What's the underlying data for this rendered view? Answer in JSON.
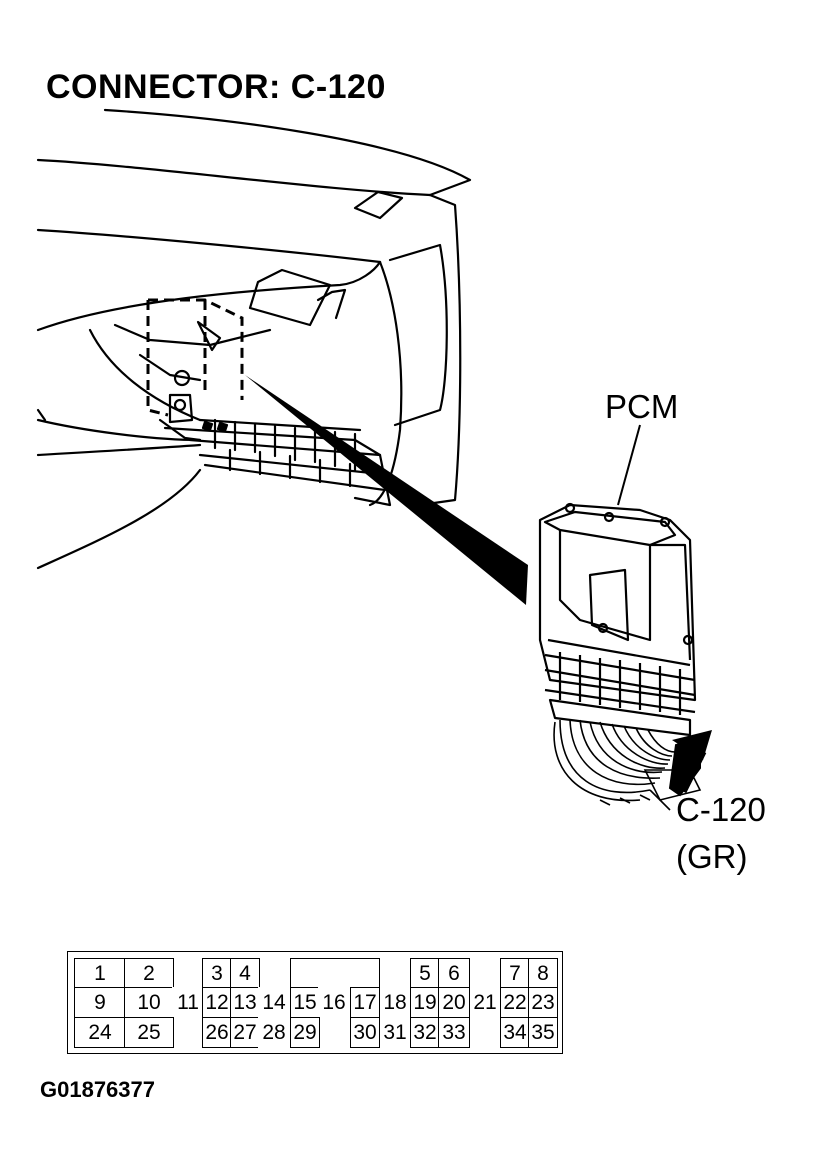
{
  "title": "CONNECTOR: C-120",
  "labels": {
    "module": "PCM",
    "connector": "C-120",
    "connector_color": "(GR)"
  },
  "figure_id": "G01876377",
  "pinout": {
    "rows": [
      [
        "1",
        "2",
        "3",
        "4",
        "5",
        "6",
        "7",
        "8"
      ],
      [
        "9",
        "10",
        "11",
        "12",
        "13",
        "14",
        "15",
        "16",
        "17",
        "18",
        "19",
        "20",
        "21",
        "22",
        "23"
      ],
      [
        "24",
        "25",
        "26",
        "27",
        "28",
        "29",
        "30",
        "31",
        "32",
        "33",
        "34",
        "35"
      ]
    ]
  }
}
